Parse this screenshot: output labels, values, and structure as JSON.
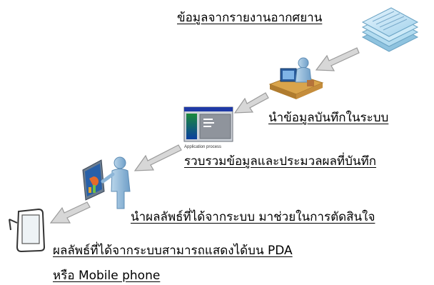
{
  "steps": [
    {
      "label": "ข้อมูลจากรายงานอากศยาน",
      "icon": "document-stack-icon"
    },
    {
      "label": "นำข้อมูลบันทึกในระบบ",
      "icon": "computer-operator-icon"
    },
    {
      "label": "รวบรวมข้อมูลและประมวลผลที่บันทึก",
      "icon": "application-window-icon",
      "caption": "Application process"
    },
    {
      "label": "นำผลลัพธ์ที่ได้จากระบบ มาช่วยในการตัดสินใจ",
      "icon": "presenter-with-chart-icon"
    },
    {
      "label": "ผลลัพธ์ที่ได้จากระบบสามารถแสดงได้บน PDA",
      "icon": "pda-device-icon"
    },
    {
      "label": "หรือ Mobile phone"
    }
  ],
  "colors": {
    "arrow_fill": "#d7d7d7",
    "arrow_stroke": "#9a9a9a",
    "figure_blue": "#8db6d8",
    "window_title": "#1f3aa6"
  }
}
